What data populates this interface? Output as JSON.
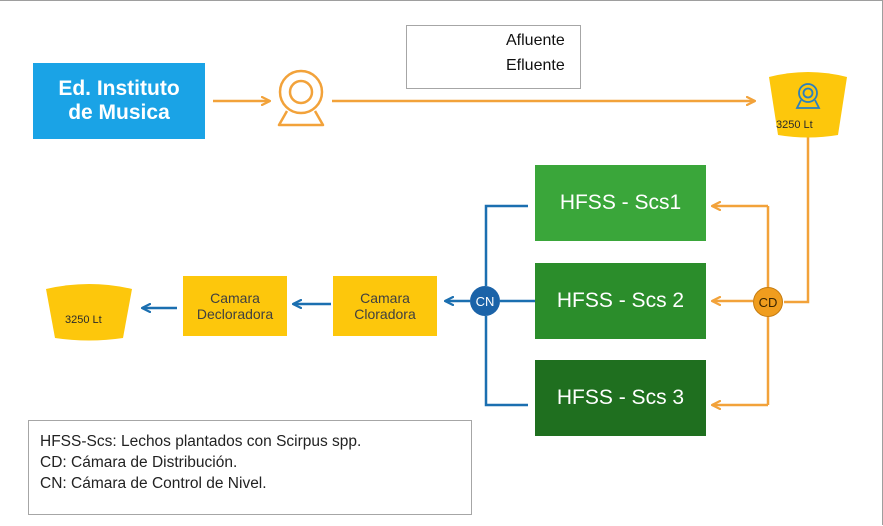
{
  "colors": {
    "afluente": "#f2a23a",
    "efluente": "#1b6fb0",
    "source_box": "#1aa3e6",
    "hfss_1": "#3aa63a",
    "hfss_2": "#2b8d2b",
    "hfss_3": "#1f6f1f",
    "camara": "#fdc70c",
    "tank": "#fdc70c"
  },
  "legend": {
    "afluente": "Afluente",
    "efluente": "Efluente"
  },
  "source": {
    "label": "Ed. Instituto\nde Musica"
  },
  "tanks": {
    "top_label": "3250 Lt",
    "left_label": "3250 Lt"
  },
  "hfss": [
    {
      "label": "HFSS - Scs1"
    },
    {
      "label": "HFSS - Scs 2"
    },
    {
      "label": "HFSS - Scs 3"
    }
  ],
  "nodes": {
    "cd": "CD",
    "cn": "CN"
  },
  "camaras": {
    "cloradora": "Camara\nCloradora",
    "decloradora": "Camara\nDecloradora"
  },
  "notes": [
    "HFSS-Scs: Lechos plantados con Scirpus spp.",
    "CD: Cámara de Distribución.",
    "CN: Cámara de Control de Nivel."
  ],
  "icons": [
    "camera-icon",
    "tank-icon"
  ]
}
